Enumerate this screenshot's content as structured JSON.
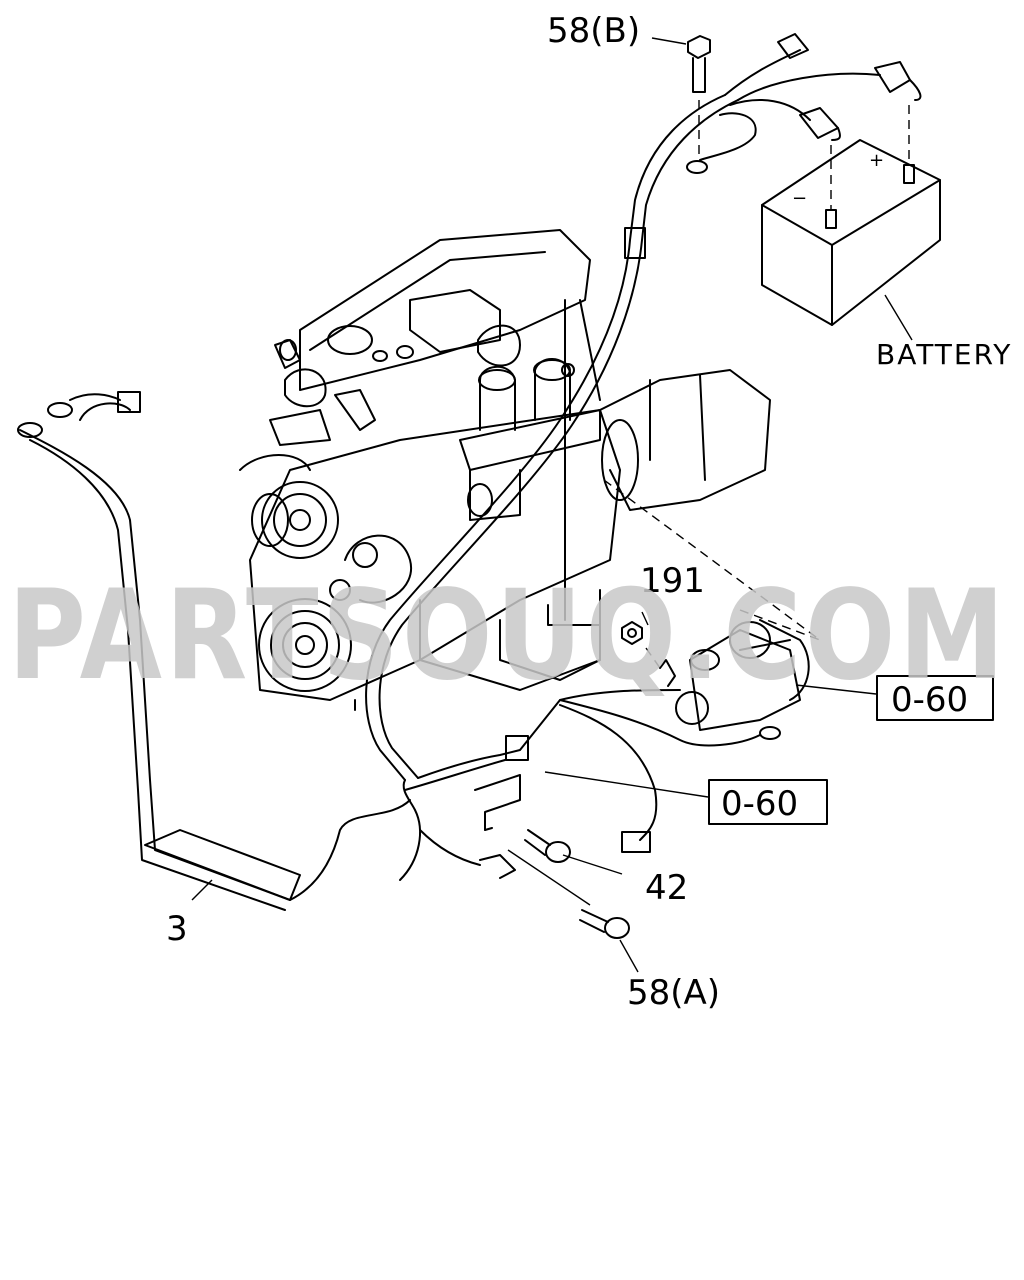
{
  "watermark": "PARTSOUQ.COM",
  "labels": {
    "bolt_b": "58(B)",
    "battery": "BATTERY",
    "nut": "191",
    "ref_starter": "0-60",
    "ref_harness": "0-60",
    "bolt_42": "42",
    "harness": "3",
    "bolt_a": "58(A)"
  },
  "colors": {
    "ink": "#000000",
    "watermark": "#c8c8c8"
  }
}
